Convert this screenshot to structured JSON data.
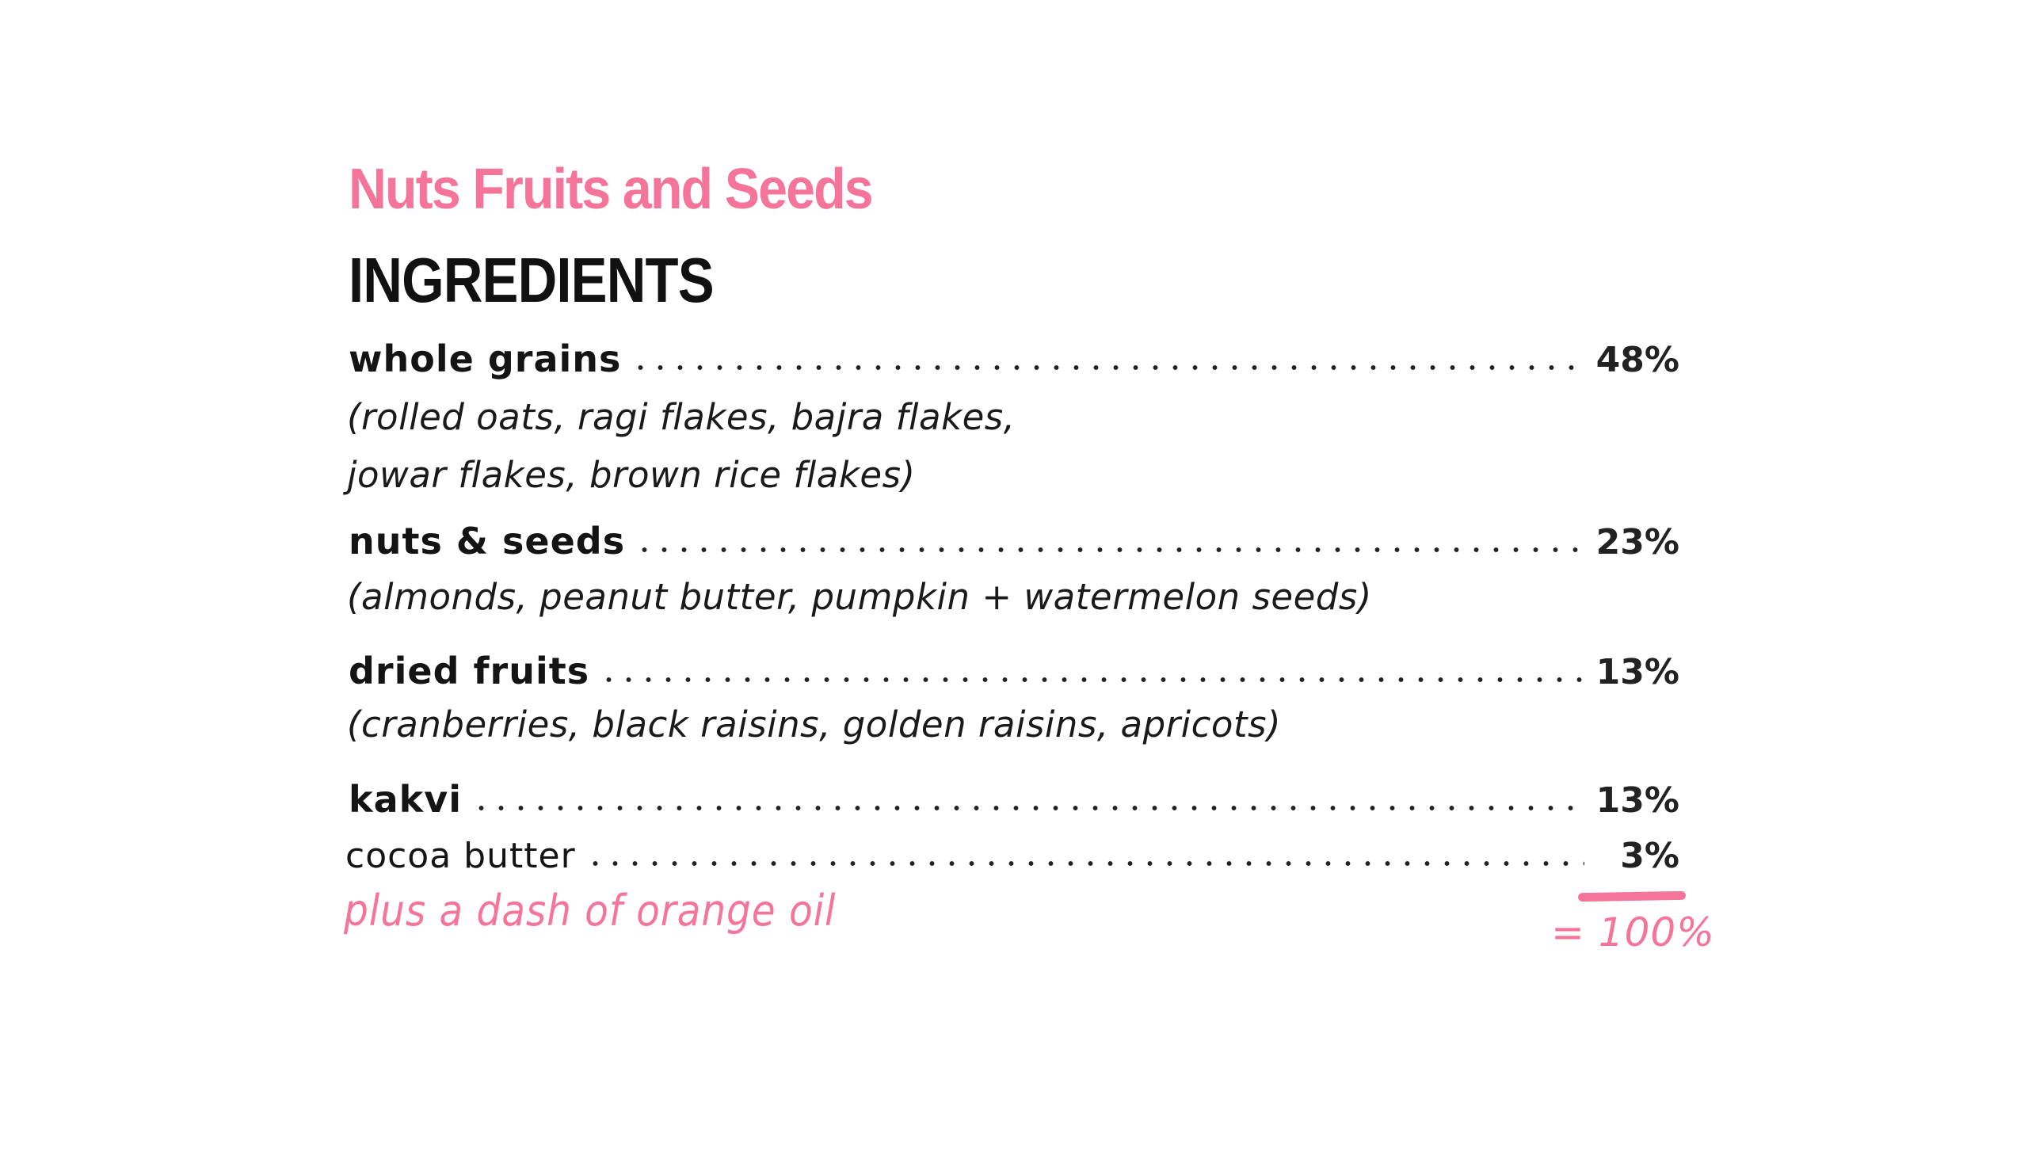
{
  "product": {
    "subtitle": "Nuts Fruits and Seeds",
    "title": "INGREDIENTS"
  },
  "ingredients": [
    {
      "name": "whole grains",
      "percent": "48%",
      "details": [
        "(rolled oats, ragi flakes, bajra flakes,",
        "jowar flakes, brown rice flakes)"
      ]
    },
    {
      "name": "nuts & seeds",
      "percent": "23%",
      "details": [
        "(almonds, peanut butter, pumpkin + watermelon seeds)"
      ]
    },
    {
      "name": "dried fruits",
      "percent": "13%",
      "details": [
        "(cranberries, black raisins, golden raisins, apricots)"
      ]
    },
    {
      "name": "kakvi",
      "percent": "13%",
      "details": []
    },
    {
      "name": "cocoa butter",
      "percent": "3%",
      "details": []
    }
  ],
  "footer": {
    "note": "plus a dash of orange oil",
    "total": "= 100%"
  },
  "colors": {
    "accent": "#F5749A",
    "text": "#111111",
    "background": "#FFFFFF"
  }
}
